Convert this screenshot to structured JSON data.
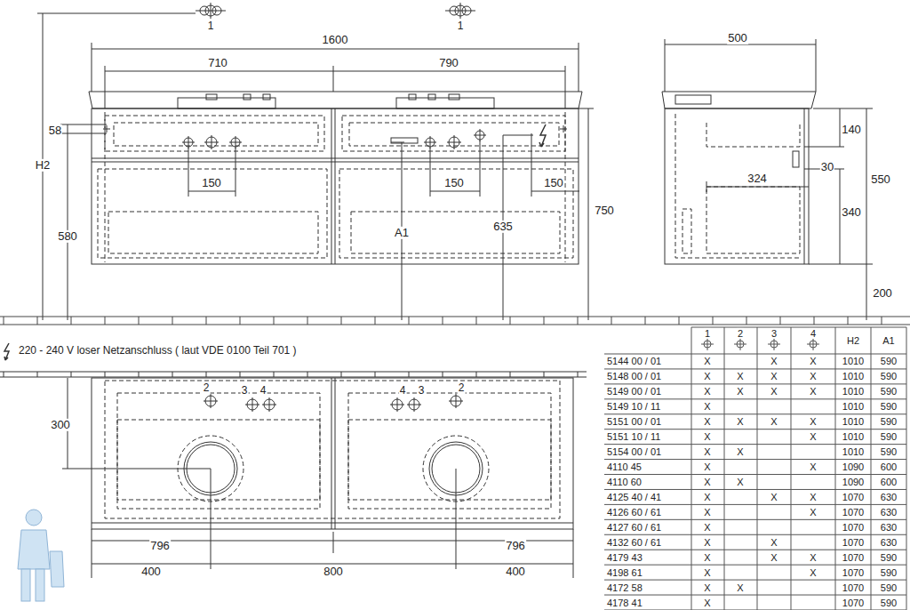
{
  "diagram": {
    "labels": [
      "1",
      "1",
      "1600",
      "710",
      "790",
      "58",
      "150",
      "150",
      "150",
      "H2",
      "580",
      "A1",
      "635",
      "750",
      "500",
      "140",
      "30",
      "550",
      "324",
      "340",
      "200",
      "220 - 240 V loser Netzanschluss ( laut VDE 0100 Teil 701 )",
      "300",
      "2",
      "3",
      "4",
      "4",
      "3",
      "2",
      "796",
      "796",
      "400",
      "800",
      "400",
      "1",
      "2",
      "3",
      "4",
      "H2",
      "A1",
      "5144 00 / 01",
      "X",
      "X",
      "X",
      "1010",
      "590",
      "5148 00 / 01",
      "X",
      "X",
      "X",
      "X",
      "1010",
      "590",
      "5149 00 / 01",
      "X",
      "X",
      "X",
      "X",
      "1010",
      "590",
      "5149 10 / 11",
      "X",
      "1010",
      "590",
      "5151 00 / 01",
      "X",
      "X",
      "X",
      "X",
      "1010",
      "590",
      "5151 10 / 11",
      "X",
      "X",
      "1010",
      "590",
      "5154 00 / 01",
      "X",
      "X",
      "1010",
      "590",
      "4110 45",
      "X",
      "X",
      "1090",
      "600",
      "4110 60",
      "X",
      "X",
      "1090",
      "600",
      "4125 40 / 41",
      "X",
      "X",
      "X",
      "1070",
      "630",
      "4126 60 / 61",
      "X",
      "X",
      "1070",
      "630",
      "4127 60 / 61",
      "X",
      "1070",
      "630",
      "4132 60 / 61",
      "X",
      "X",
      "1070",
      "630",
      "4179 43",
      "X",
      "X",
      "X",
      "1070",
      "590",
      "4198 61",
      "X",
      "X",
      "1070",
      "590",
      "4172 58",
      "X",
      "X",
      "1070",
      "590",
      "4178 41",
      "X",
      "1070",
      "590"
    ]
  }
}
